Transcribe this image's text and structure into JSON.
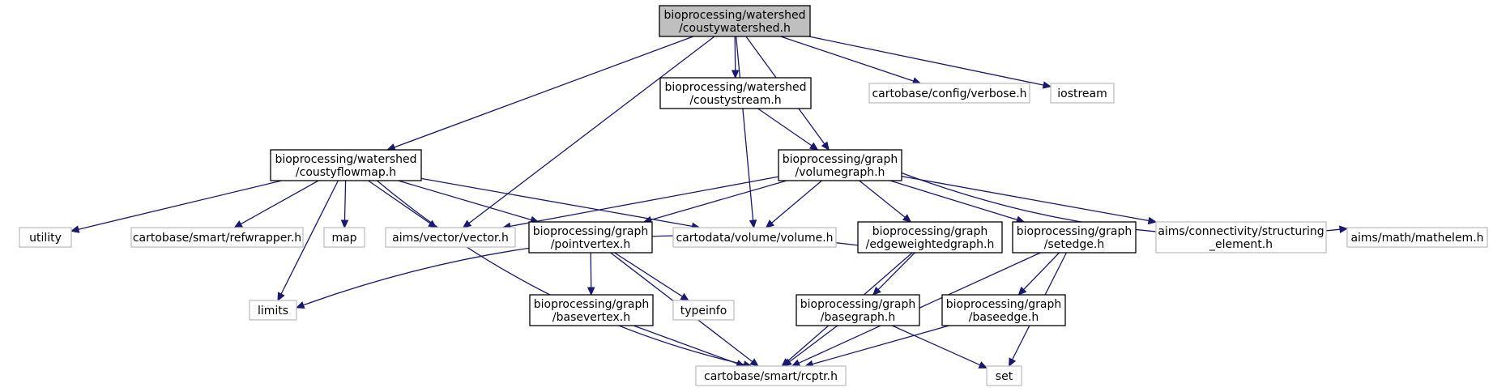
{
  "nodes": [
    {
      "id": "n_root",
      "label": [
        "bioprocessing/watershed",
        "/coustywatershed.h"
      ],
      "kind": "root"
    },
    {
      "id": "n_coustystream",
      "label": [
        "bioprocessing/watershed",
        "/coustystream.h"
      ],
      "kind": "doc"
    },
    {
      "id": "n_verbose",
      "label": [
        "cartobase/config/verbose.h"
      ],
      "kind": "ext"
    },
    {
      "id": "n_iostream",
      "label": [
        "iostream"
      ],
      "kind": "ext"
    },
    {
      "id": "n_coustyflowmap",
      "label": [
        "bioprocessing/watershed",
        "/coustyflowmap.h"
      ],
      "kind": "doc"
    },
    {
      "id": "n_volumegraph",
      "label": [
        "bioprocessing/graph",
        "/volumegraph.h"
      ],
      "kind": "doc"
    },
    {
      "id": "n_utility",
      "label": [
        "utility"
      ],
      "kind": "ext"
    },
    {
      "id": "n_refwrapper",
      "label": [
        "cartobase/smart/refwrapper.h"
      ],
      "kind": "ext"
    },
    {
      "id": "n_map",
      "label": [
        "map"
      ],
      "kind": "ext"
    },
    {
      "id": "n_vector",
      "label": [
        "aims/vector/vector.h"
      ],
      "kind": "ext"
    },
    {
      "id": "n_pointvertex",
      "label": [
        "bioprocessing/graph",
        "/pointvertex.h"
      ],
      "kind": "doc"
    },
    {
      "id": "n_volume",
      "label": [
        "cartodata/volume/volume.h"
      ],
      "kind": "ext"
    },
    {
      "id": "n_edgeweighted",
      "label": [
        "bioprocessing/graph",
        "/edgeweightedgraph.h"
      ],
      "kind": "doc"
    },
    {
      "id": "n_setedge",
      "label": [
        "bioprocessing/graph",
        "/setedge.h"
      ],
      "kind": "doc"
    },
    {
      "id": "n_structuring",
      "label": [
        "aims/connectivity/structuring",
        "_element.h"
      ],
      "kind": "ext"
    },
    {
      "id": "n_mathelem",
      "label": [
        "aims/math/mathelem.h"
      ],
      "kind": "ext"
    },
    {
      "id": "n_limits",
      "label": [
        "limits"
      ],
      "kind": "ext"
    },
    {
      "id": "n_basevertex",
      "label": [
        "bioprocessing/graph",
        "/basevertex.h"
      ],
      "kind": "doc"
    },
    {
      "id": "n_typeinfo",
      "label": [
        "typeinfo"
      ],
      "kind": "ext"
    },
    {
      "id": "n_basegraph",
      "label": [
        "bioprocessing/graph",
        "/basegraph.h"
      ],
      "kind": "doc"
    },
    {
      "id": "n_baseedge",
      "label": [
        "bioprocessing/graph",
        "/baseedge.h"
      ],
      "kind": "doc"
    },
    {
      "id": "n_rcptr",
      "label": [
        "cartobase/smart/rcptr.h"
      ],
      "kind": "ext"
    },
    {
      "id": "n_set",
      "label": [
        "set"
      ],
      "kind": "ext"
    }
  ],
  "edges": [
    {
      "from": "n_root",
      "to": "n_coustyflowmap"
    },
    {
      "from": "n_root",
      "to": "n_vector"
    },
    {
      "from": "n_root",
      "to": "n_volume"
    },
    {
      "from": "n_root",
      "to": "n_coustystream"
    },
    {
      "from": "n_root",
      "to": "n_volumegraph"
    },
    {
      "from": "n_root",
      "to": "n_verbose"
    },
    {
      "from": "n_root",
      "to": "n_iostream"
    },
    {
      "from": "n_coustystream",
      "to": "n_volumegraph"
    },
    {
      "from": "n_coustyflowmap",
      "to": "n_utility"
    },
    {
      "from": "n_coustyflowmap",
      "to": "n_refwrapper"
    },
    {
      "from": "n_coustyflowmap",
      "to": "n_map"
    },
    {
      "from": "n_coustyflowmap",
      "to": "n_vector"
    },
    {
      "from": "n_coustyflowmap",
      "to": "n_pointvertex"
    },
    {
      "from": "n_coustyflowmap",
      "to": "n_volume"
    },
    {
      "from": "n_coustyflowmap",
      "to": "n_limits"
    },
    {
      "from": "n_coustyflowmap",
      "to": "n_rcptr"
    },
    {
      "from": "n_volumegraph",
      "to": "n_vector"
    },
    {
      "from": "n_volumegraph",
      "to": "n_pointvertex"
    },
    {
      "from": "n_volumegraph",
      "to": "n_volume"
    },
    {
      "from": "n_volumegraph",
      "to": "n_edgeweighted"
    },
    {
      "from": "n_volumegraph",
      "to": "n_setedge"
    },
    {
      "from": "n_volumegraph",
      "to": "n_structuring"
    },
    {
      "from": "n_volumegraph",
      "to": "n_mathelem"
    },
    {
      "from": "n_pointvertex",
      "to": "n_basevertex"
    },
    {
      "from": "n_pointvertex",
      "to": "n_typeinfo"
    },
    {
      "from": "n_pointvertex",
      "to": "n_rcptr"
    },
    {
      "from": "n_edgeweighted",
      "to": "n_limits"
    },
    {
      "from": "n_edgeweighted",
      "to": "n_basegraph"
    },
    {
      "from": "n_edgeweighted",
      "to": "n_rcptr"
    },
    {
      "from": "n_setedge",
      "to": "n_baseedge"
    },
    {
      "from": "n_setedge",
      "to": "n_rcptr"
    },
    {
      "from": "n_setedge",
      "to": "n_set"
    },
    {
      "from": "n_basevertex",
      "to": "n_rcptr"
    },
    {
      "from": "n_basegraph",
      "to": "n_rcptr"
    },
    {
      "from": "n_basegraph",
      "to": "n_set"
    },
    {
      "from": "n_baseedge",
      "to": "n_rcptr"
    }
  ],
  "colors": {
    "root_fill": "#bfbfbf",
    "node_border": "#000000",
    "external_border": "#bfbfbf",
    "edge": "#191970",
    "background": "#ffffff"
  }
}
